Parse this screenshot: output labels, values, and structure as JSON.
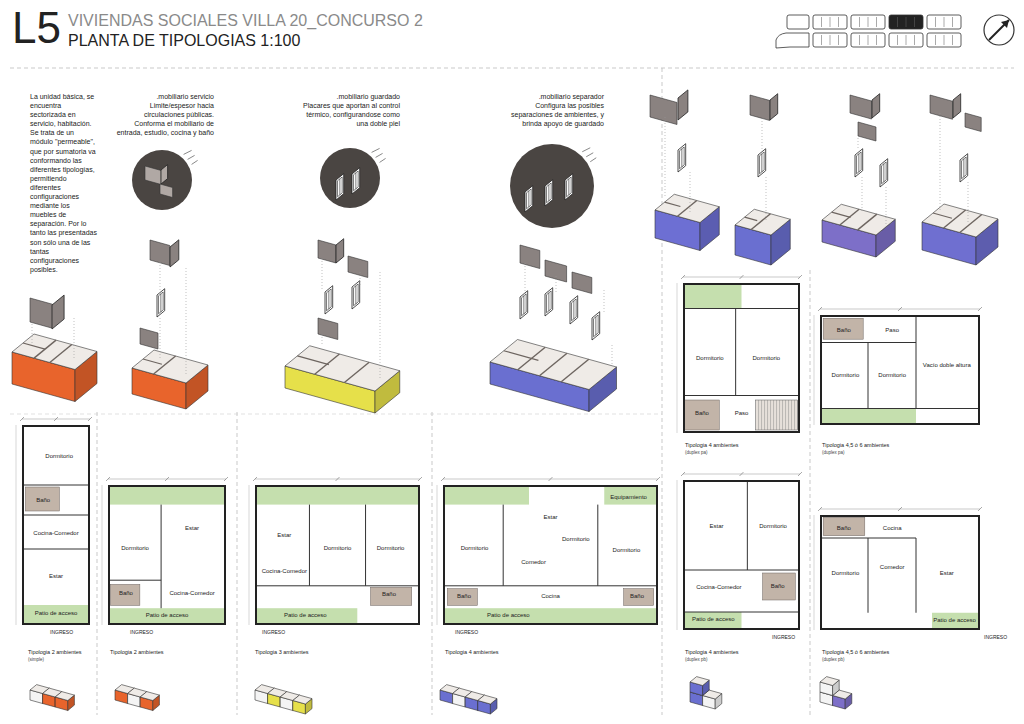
{
  "diagram": {
    "title": "VIVIENDAS SOCIALES VILLA 20_CONCURSO 2",
    "nodes": [
      {
        "text": [
          "Dormitorio",
          "Baño",
          "Cocina-Comedor",
          "Estar",
          "Patio de acceso"
        ]
      },
      {
        "text": [
          "Dormitorio",
          "Estar",
          "Baño",
          "Cocina-Comedor",
          "Patio de acceso"
        ]
      },
      {
        "text": [
          "Estar",
          "Dormitorio",
          "Dormitorio",
          "Cocina-Comedor",
          "Baño",
          "Patio de acceso"
        ]
      },
      {
        "text": [
          "Equipamiento",
          "Estar",
          "Dormitorio",
          "Comedor",
          "Dormitorio",
          "Dormitorio",
          "Baño",
          "Cocina",
          "Baño",
          "Patio de acceso"
        ]
      },
      {
        "text": [
          "Dormitorio",
          "Dormitorio",
          "Baño",
          "Paso"
        ]
      },
      {
        "text": [
          "Estar",
          "Dormitorio",
          "Cocina-Comedor",
          "Baño",
          "Patio de acceso"
        ]
      },
      {
        "text": [
          "Paso",
          "Dormitorio",
          "Dormitorio",
          "Vacío doble altura",
          "Baño"
        ]
      },
      {
        "text": [
          "Cocina",
          "Dormitorio",
          "Comedor",
          "Estar",
          "Baño",
          "Patio de acceso"
        ]
      }
    ],
    "labels": [
      "L5",
      "PLANTA DE TIPOLOGIAS 1:100",
      "La unidad básica, se encuentra sectorizada en servicio, habitación. Se trata de un módulo \"permeable\", que por sumatoria va conformando las diferentes tipologías, permitiendo diferentes configuraciones mediante los muebles de separación. Por lo tanto las presentadas son sólo una de las tantas configuraciones posibles.",
      ".mobiliario servicio",
      "Limite/espesor hacia circulaciones públicas. Conforma el mobiliario de entrada, estudio, cocina y baño",
      ".mobiliario guardado",
      "Placares que aportan al control térmico, configurandose como una doble piel",
      ".mobiliario separador",
      "Configura las posibles separaciones de ambientes, y brinda apoyo de guardado",
      "Tipologia 2 ambientes",
      "(simple)",
      "Tipologia 2 ambientes",
      "Tipologia 3 ambientes",
      "Tipologia 4 ambientes",
      "Tipologia 4 ambientes",
      "(duplex pa)",
      "Tipologia 4 ambientes",
      "(duplex pb)",
      "Tipologia 4,5 ó 6 ambientes",
      "(duplex pa)",
      "Tipologia 4,5 ó 6 ambientes",
      "(duplex pb)",
      "INGRESO",
      "INGRESO",
      "INGRESO",
      "INGRESO",
      "INGRESO",
      "INGRESO"
    ]
  }
}
